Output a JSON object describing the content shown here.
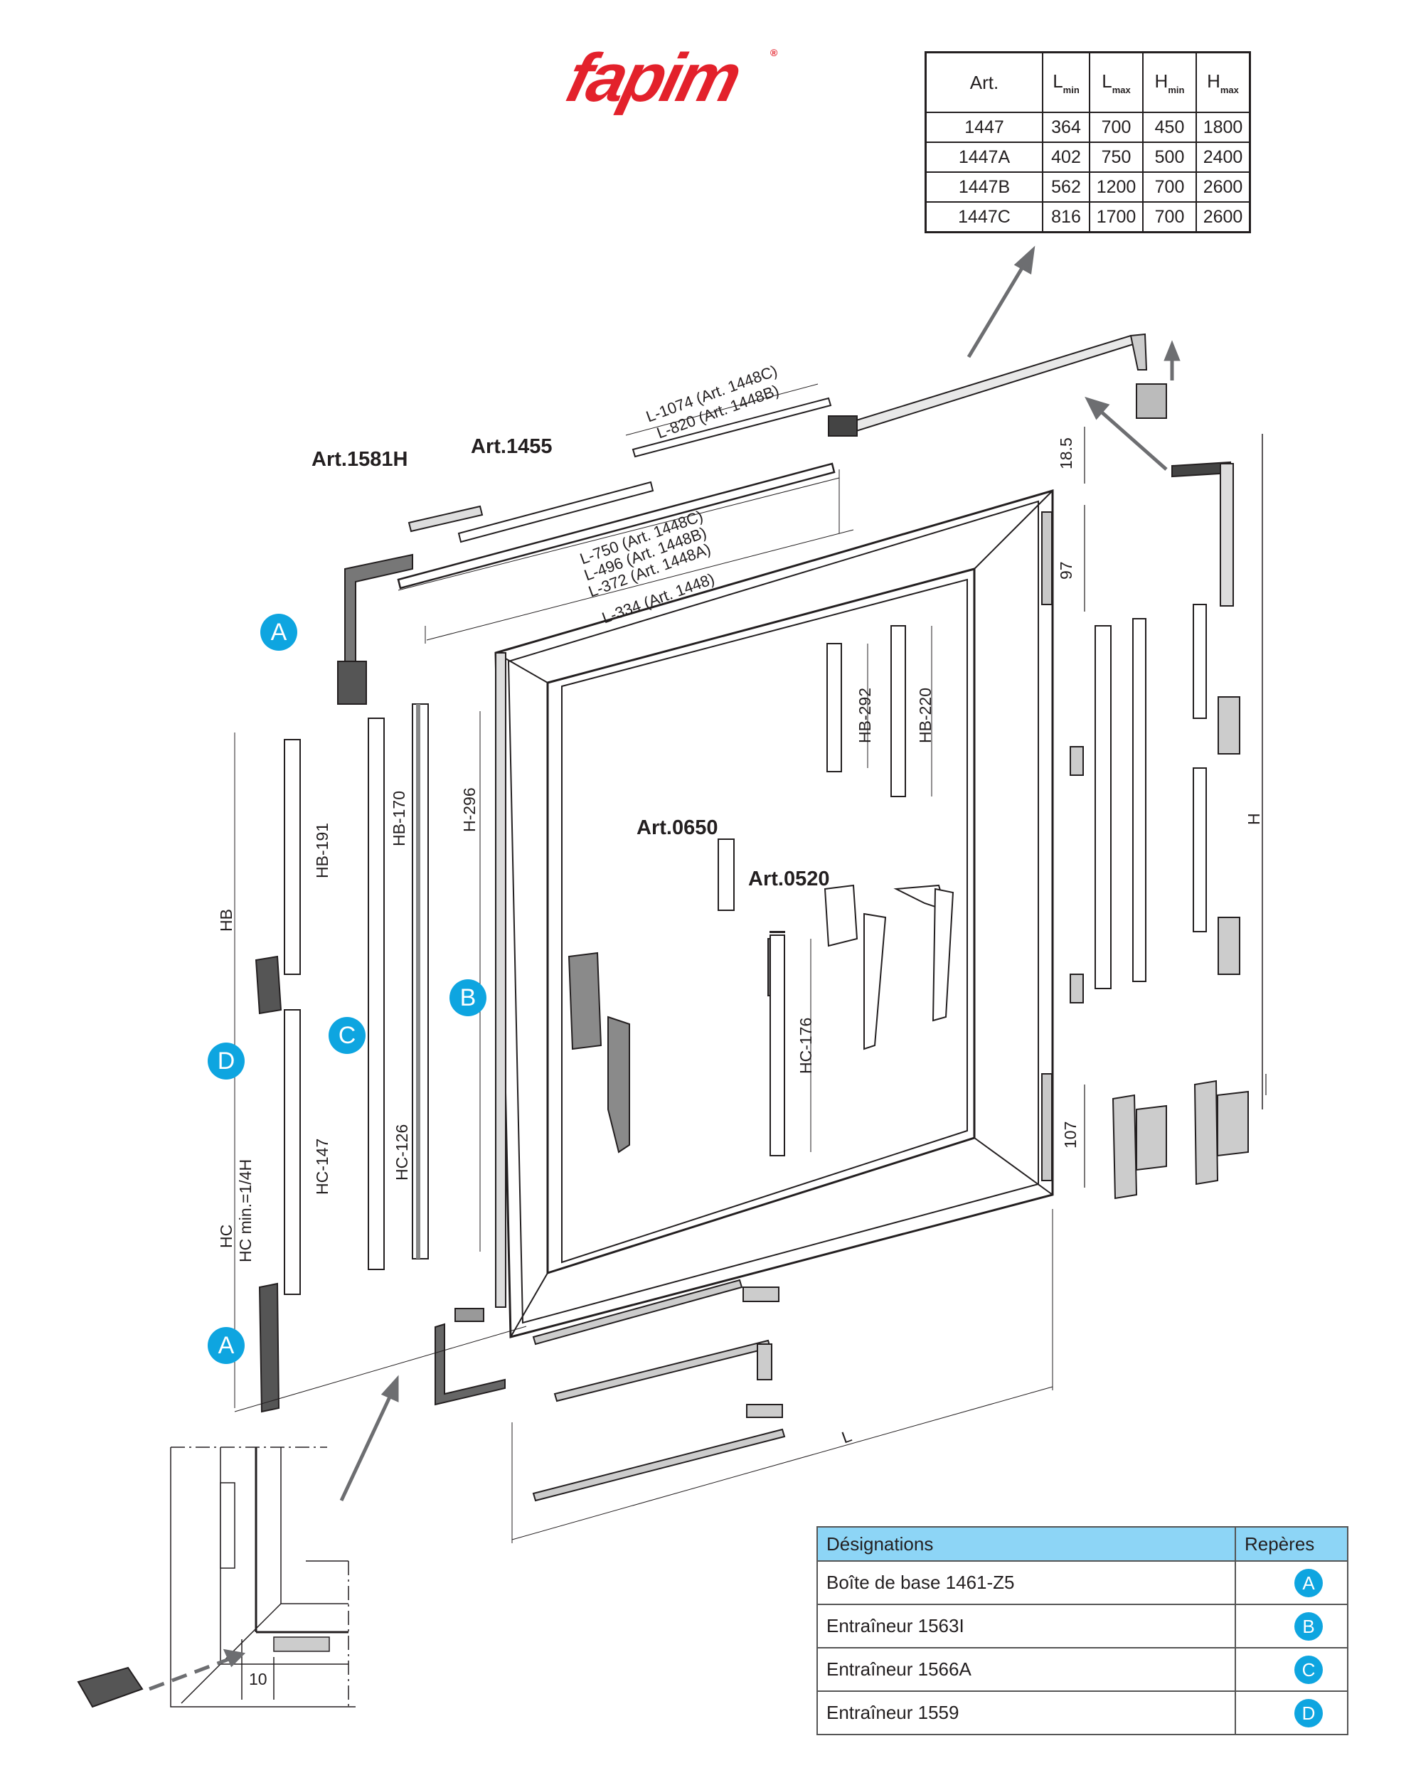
{
  "brand": {
    "logo_text": "fapim",
    "registered_mark": "®",
    "color": "#e3212b"
  },
  "spec_table": {
    "headers": [
      {
        "main": "Art.",
        "sub": ""
      },
      {
        "main": "L",
        "sub": "min"
      },
      {
        "main": "L",
        "sub": "max"
      },
      {
        "main": "H",
        "sub": "min"
      },
      {
        "main": "H",
        "sub": "max"
      }
    ],
    "rows": [
      [
        "1447",
        "364",
        "700",
        "450",
        "1800"
      ],
      [
        "1447A",
        "402",
        "750",
        "500",
        "2400"
      ],
      [
        "1447B",
        "562",
        "1200",
        "700",
        "2600"
      ],
      [
        "1447C",
        "816",
        "1700",
        "700",
        "2600"
      ]
    ]
  },
  "article_labels": {
    "art_1581h": "Art.1581H",
    "art_1455": "Art.1455",
    "art_0650": "Art.0650",
    "art_0520": "Art.0520"
  },
  "bar_lengths_top": [
    "L-1074 (Art. 1448C)",
    "L-820 (Art. 1448B)"
  ],
  "bar_lengths_main": [
    "L-750 (Art. 1448C)",
    "L-496 (Art. 1448B)",
    "L-372 (Art. 1448A)",
    "L-334 (Art. 1448)"
  ],
  "dimensions": {
    "hb_191": "HB-191",
    "hb_170": "HB-170",
    "h_296": "H-296",
    "hb_292": "HB-292",
    "hb_220": "HB-220",
    "hc_147": "HC-147",
    "hc_126": "HC-126",
    "hc_176": "HC-176",
    "hb": "HB",
    "hc": "HC",
    "hc_min": "HC  min.=1/4H",
    "h": "H",
    "l": "L",
    "d_18_5": "18.5",
    "d_97": "97",
    "d_107": "107",
    "d_10": "10"
  },
  "badges": {
    "a": "A",
    "b": "B",
    "c": "C",
    "d": "D",
    "color": "#0ea5e0"
  },
  "legend": {
    "header_designation": "Désignations",
    "header_reperes": "Repères",
    "header_color": "#8dd5f6",
    "rows": [
      {
        "designation": "Boîte de base 1461-Z5",
        "repere": "A"
      },
      {
        "designation": "Entraîneur 1563I",
        "repere": "B"
      },
      {
        "designation": "Entraîneur 1566A",
        "repere": "C"
      },
      {
        "designation": "Entraîneur 1559",
        "repere": "D"
      }
    ]
  }
}
